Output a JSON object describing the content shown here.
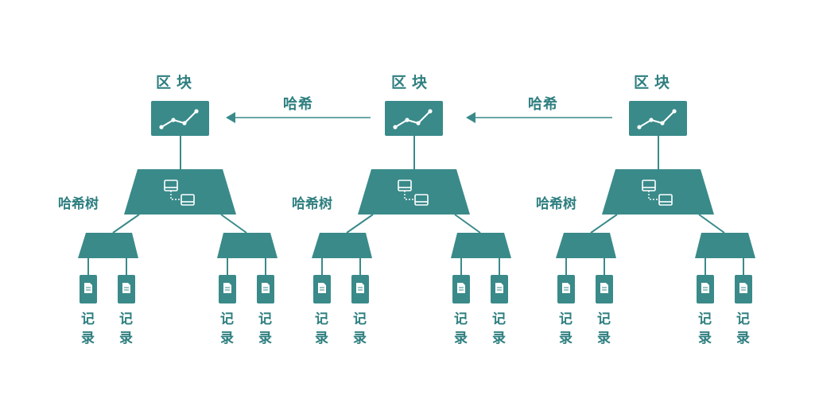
{
  "labels": {
    "block": "区块",
    "hash": "哈希",
    "hash_tree": "哈希树",
    "record_line1": "记",
    "record_line2": "录"
  },
  "colors": {
    "teal": "#3a8a8a",
    "label_text": "#2f7f80",
    "background": "#ffffff"
  },
  "icons": {
    "block": "line-graph-icon",
    "tree_root": "linked-documents-icon",
    "record": "document-icon"
  },
  "blocks": [
    {
      "id": "block-1"
    },
    {
      "id": "block-2"
    },
    {
      "id": "block-3"
    }
  ],
  "links": [
    {
      "from": "block-2",
      "to": "block-1"
    },
    {
      "from": "block-3",
      "to": "block-2"
    }
  ]
}
